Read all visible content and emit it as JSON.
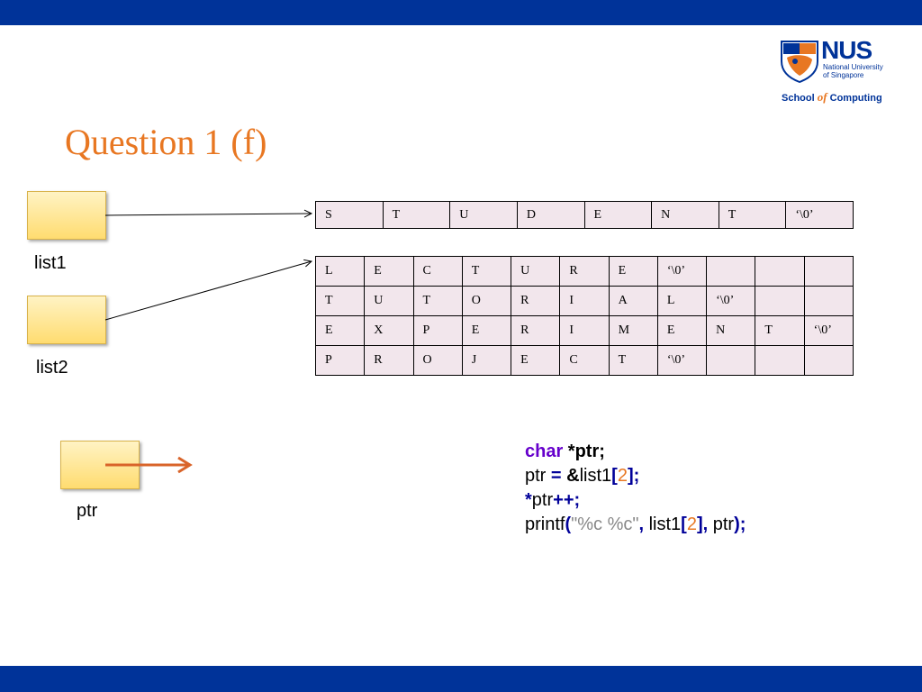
{
  "logo": {
    "name": "NUS",
    "subtitle_line1": "National University",
    "subtitle_line2": "of Singapore",
    "school_a": "School ",
    "school_of": "of",
    "school_b": " Computing"
  },
  "title": "Question 1 (f)",
  "labels": {
    "list1": "list1",
    "list2": "list2",
    "ptr": "ptr"
  },
  "list1_row": [
    "S",
    "T",
    "U",
    "D",
    "E",
    "N",
    "T",
    "‘\\0’"
  ],
  "list2_rows": [
    [
      "L",
      "E",
      "C",
      "T",
      "U",
      "R",
      "E",
      "‘\\0’",
      "",
      "",
      ""
    ],
    [
      "T",
      "U",
      "T",
      "O",
      "R",
      "I",
      "A",
      "L",
      "‘\\0’",
      "",
      ""
    ],
    [
      "E",
      "X",
      "P",
      "E",
      "R",
      "I",
      "M",
      "E",
      "N",
      "T",
      "‘\\0’"
    ],
    [
      "P",
      "R",
      "O",
      "J",
      "E",
      "C",
      "T",
      "‘\\0’",
      "",
      "",
      ""
    ]
  ],
  "code": {
    "l1_kw": "char",
    "l1_rest": " *ptr;",
    "l2_a": "ptr ",
    "l2_eq": "=",
    "l2_amp": " &",
    "l2_b": "list1",
    "l2_lb": "[",
    "l2_n": "2",
    "l2_rb": "];",
    "l3_a": "*",
    "l3_b": "ptr",
    "l3_c": "++;",
    "l4_a": "printf",
    "l4_lp": "(",
    "l4_str": "\"%c %c\"",
    "l4_comma": ",",
    "l4_b": " list1",
    "l4_lb": "[",
    "l4_n": "2",
    "l4_rb": "],",
    "l4_c": " ptr",
    "l4_end": ");"
  },
  "colors": {
    "accent": "#e87722",
    "brand_blue": "#003399",
    "keyword": "#6600cc",
    "cell_bg": "#f2e6ec"
  }
}
